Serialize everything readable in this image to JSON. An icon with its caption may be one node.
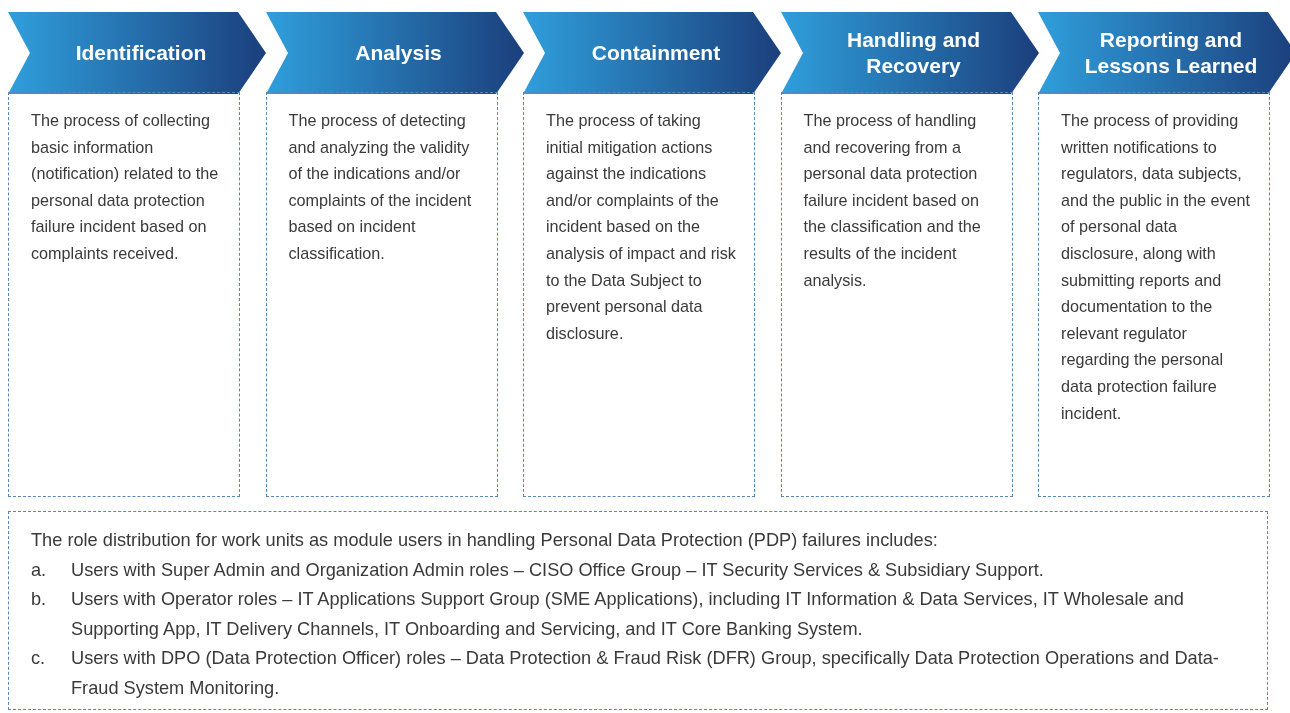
{
  "diagram": {
    "nodes": [
      {
        "text": [
          "Identification"
        ]
      },
      {
        "text": [
          "Analysis"
        ]
      },
      {
        "text": [
          "Containment"
        ]
      },
      {
        "text": [
          "Handling and Recovery"
        ]
      },
      {
        "text": [
          "Reporting and Lessons Learned"
        ]
      },
      {
        "text": [
          "The process of collecting basic information (notification) related to the personal data protection failure incident based on complaints received."
        ]
      },
      {
        "text": [
          "The process of detecting and analyzing the validity of the indications and/or complaints of the incident based on incident classification."
        ]
      },
      {
        "text": [
          "The process of taking initial mitigation actions against the indications and/or complaints of the incident based on the analysis of impact and risk to the Data Subject to prevent personal data disclosure."
        ]
      },
      {
        "text": [
          "The process of handling and recovering from a personal data protection failure incident based on the classification and the results of the incident analysis."
        ]
      },
      {
        "text": [
          "The process of providing written notifications to regulators, data subjects, and the public in the event of personal data disclosure, along with submitting reports and documentation to the relevant regulator regarding the personal data protection failure incident."
        ]
      },
      {
        "text": [
          "The role distribution for work units as module users in handling Personal Data Protection (PDP) failures includes:",
          "a.",
          "Users with Super Admin and Organization Admin roles – CISO Office Group – IT Security Services & Subsidiary Support.",
          "b.",
          "Users with Operator roles – IT Applications Support Group (SME Applications), including IT Information & Data Services, IT Wholesale and Supporting App, IT Delivery Channels, IT Onboarding and Servicing, and IT Core Banking System.",
          "c.",
          "Users with DPO (Data Protection Officer) roles – Data Protection & Fraud Risk (DFR) Group, specifically Data Protection Operations and Data-Fraud System Monitoring."
        ]
      }
    ]
  }
}
